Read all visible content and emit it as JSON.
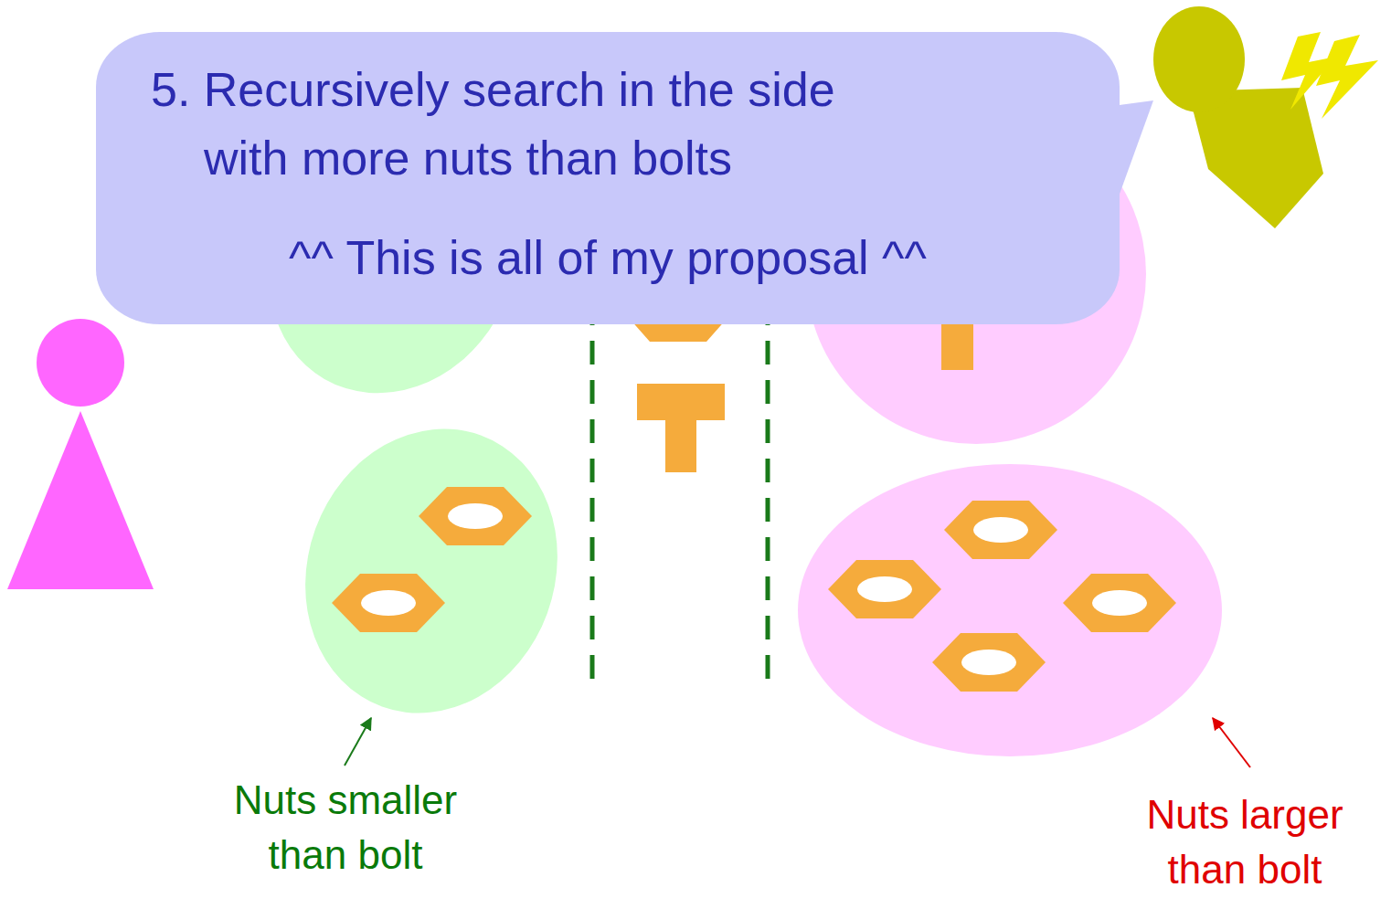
{
  "diagram": {
    "nodes": [
      {
        "text": [
          "5. Recursively search in the side with more nuts than bolts",
          "^^ This is all of my proposal ^^"
        ]
      }
    ],
    "labels": [
      "Nuts smaller than bolt",
      "Nuts larger than bolt"
    ]
  }
}
